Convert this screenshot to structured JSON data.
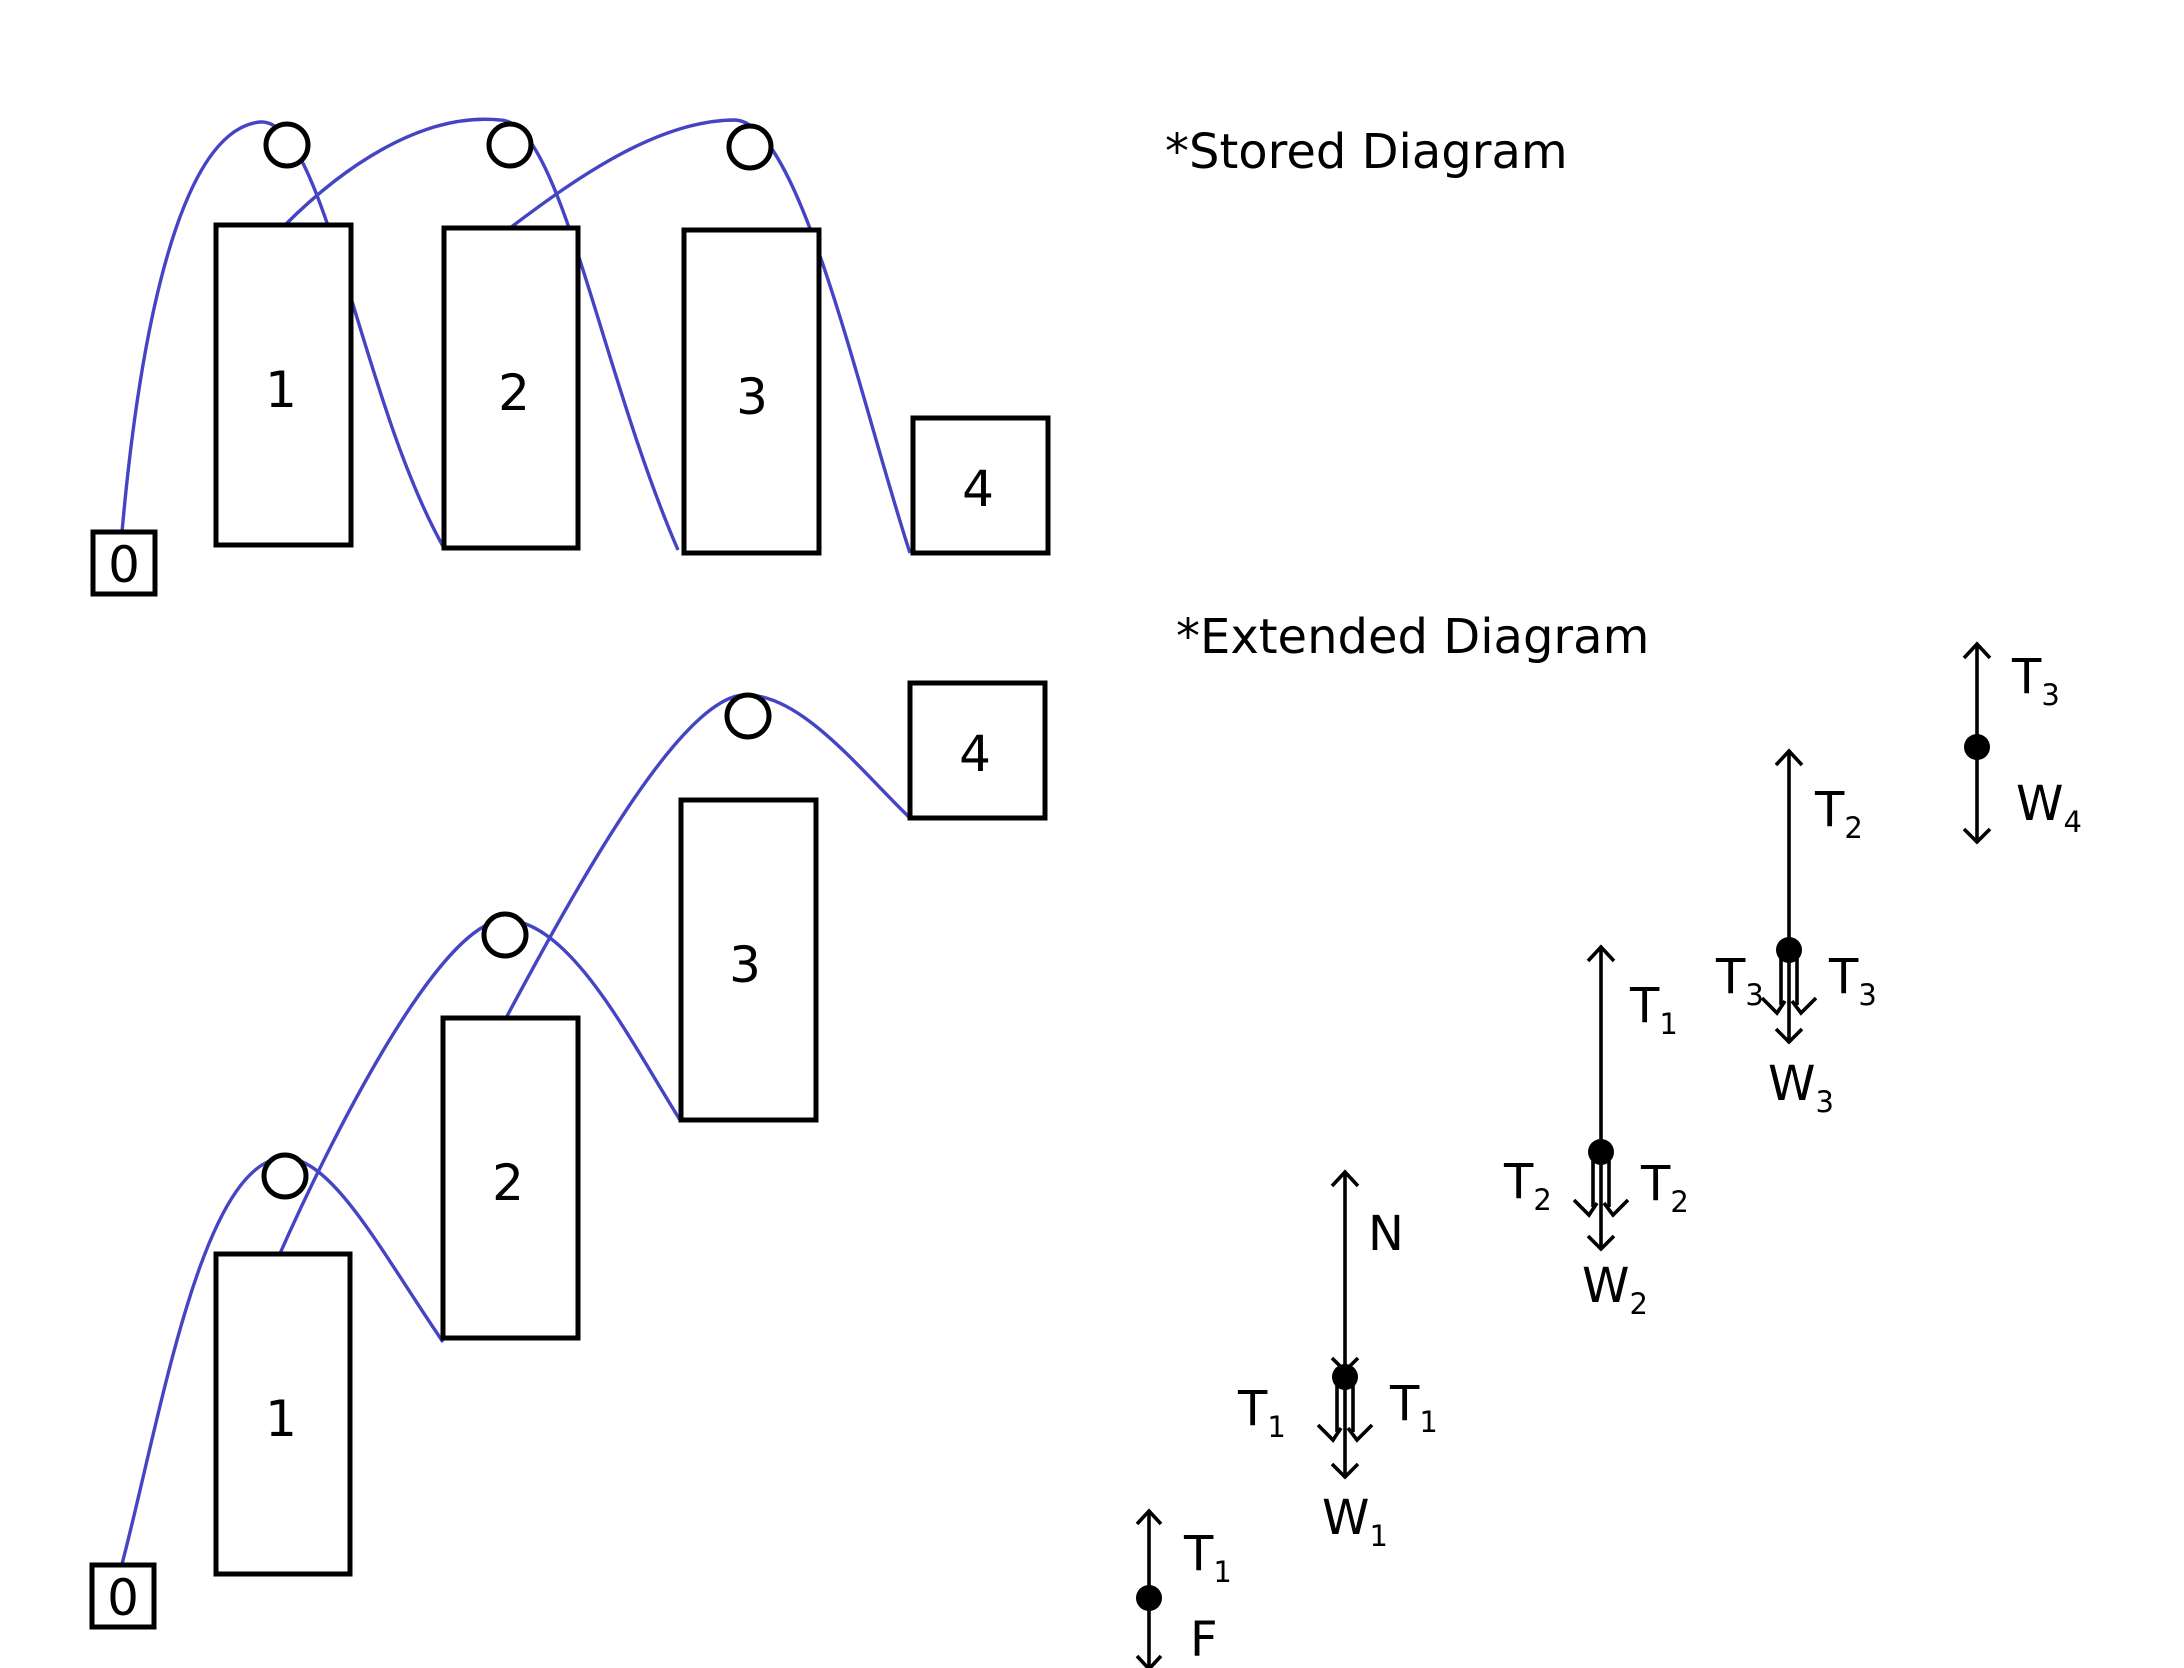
{
  "headings": {
    "stored": "*Stored Diagram",
    "extended": "*Extended Diagram"
  },
  "stored": {
    "boxes": [
      "0",
      "1",
      "2",
      "3",
      "4"
    ]
  },
  "extended": {
    "boxes": [
      "0",
      "1",
      "2",
      "3",
      "4"
    ]
  },
  "fbd": {
    "block0": {
      "up": "T",
      "up_sub": "1",
      "down": "F"
    },
    "block1": {
      "up": "N",
      "left": "T",
      "left_sub": "1",
      "right": "T",
      "right_sub": "1",
      "down": "W",
      "down_sub": "1"
    },
    "block2": {
      "up": "T",
      "up_sub": "1",
      "left": "T",
      "left_sub": "2",
      "right": "T",
      "right_sub": "2",
      "down": "W",
      "down_sub": "2"
    },
    "block3": {
      "up": "T",
      "up_sub": "2",
      "left": "T",
      "left_sub": "3",
      "right": "T",
      "right_sub": "3",
      "down": "W",
      "down_sub": "3"
    },
    "block4": {
      "up": "T",
      "up_sub": "3",
      "down": "W",
      "down_sub": "4"
    }
  },
  "colors": {
    "rope": "#4444c4",
    "outline": "#000000",
    "background": "#ffffff"
  }
}
